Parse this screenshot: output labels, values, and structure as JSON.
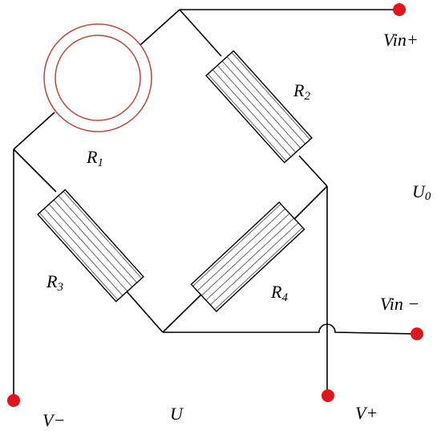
{
  "colors": {
    "wire": "#000000",
    "terminal": "#e0141c",
    "sensor_ring": "#b5483e",
    "hatch": "#555555"
  },
  "components": {
    "r1": {
      "letter": "R",
      "sub": "1",
      "kind": "circular-sensor"
    },
    "r2": {
      "letter": "R",
      "sub": "2",
      "kind": "resistor"
    },
    "r3": {
      "letter": "R",
      "sub": "3",
      "kind": "resistor"
    },
    "r4": {
      "letter": "R",
      "sub": "4",
      "kind": "resistor"
    }
  },
  "terminals": {
    "vin_plus": "Vin+",
    "vin_minus": "Vin −",
    "v_minus": "V−",
    "v_plus": "V+"
  },
  "labels": {
    "u0_main": "U",
    "u0_sub": "0",
    "u": "U"
  }
}
